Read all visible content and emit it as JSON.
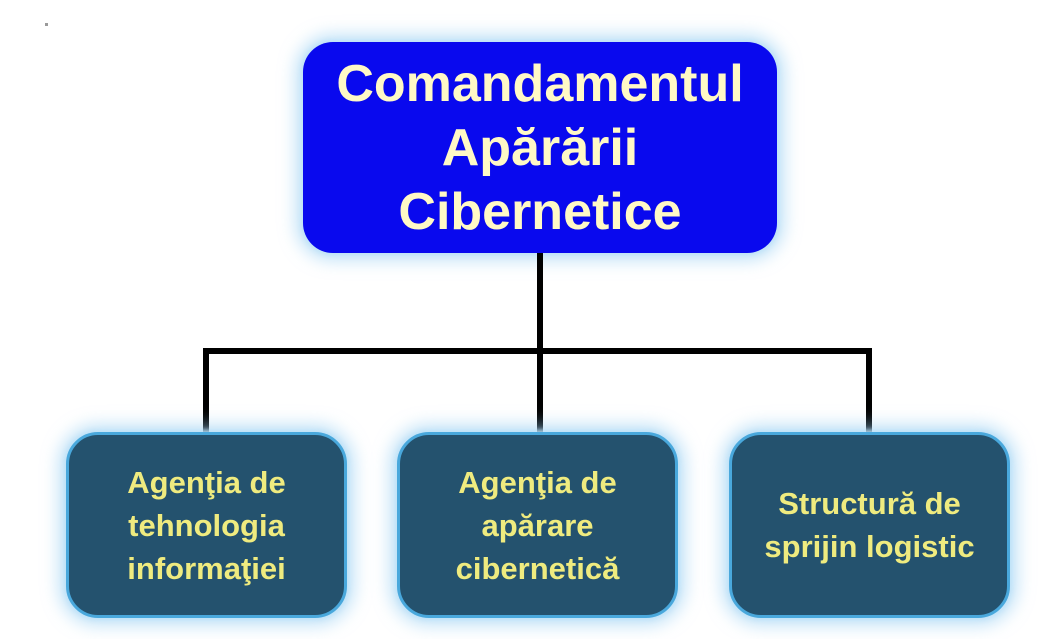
{
  "chart": {
    "root": {
      "label": "Comandamentul Apărării Cibernetice",
      "lines": [
        "Comandamentul",
        "Apărării",
        "Cibernetice"
      ]
    },
    "children": [
      {
        "label": "Agenţia de tehnologia informaţiei",
        "lines": [
          "Agenţia de",
          "tehnologia",
          "informaţiei"
        ]
      },
      {
        "label": "Agenţia de apărare cibernetică",
        "lines": [
          "Agenţia de",
          "apărare",
          "cibernetică"
        ]
      },
      {
        "label": "Structură de sprijin logistic",
        "lines": [
          "Structură de",
          "sprijin logistic"
        ]
      }
    ]
  },
  "colors": {
    "background": "#ffffff",
    "root_fill": "#0909ee",
    "root_text": "#fff9c6",
    "child_fill": "#24526e",
    "child_text": "#efeb7f",
    "child_border": "#49a8dc",
    "glow": "#96cdf2",
    "connector": "#000000"
  }
}
